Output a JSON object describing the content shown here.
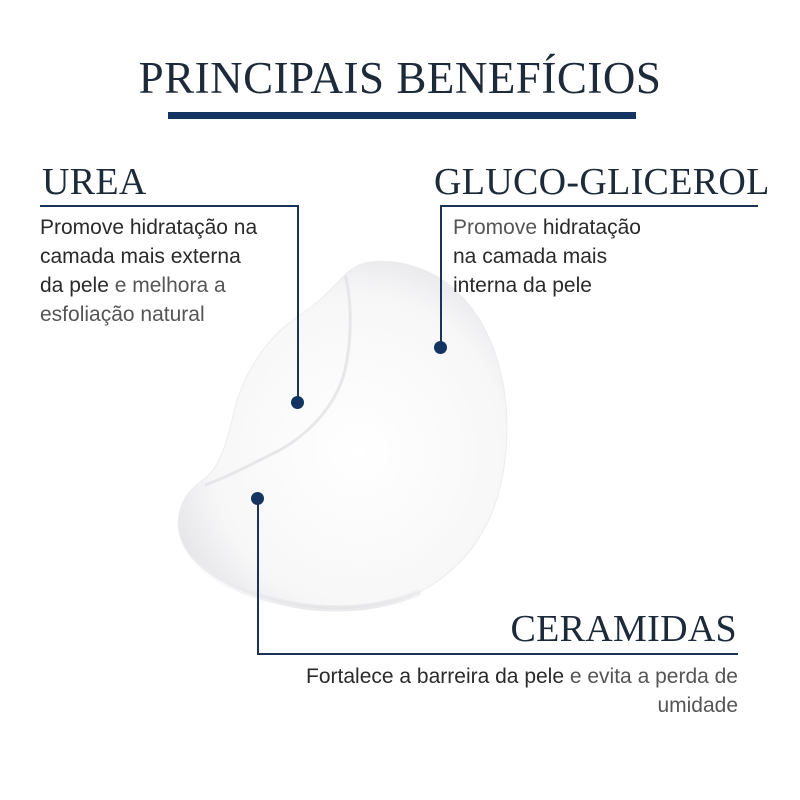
{
  "title": "PRINCIPAIS BENEFÍCIOS",
  "colors": {
    "heading": "#1d2a3a",
    "accent": "#143461",
    "text": "#2b2b2b",
    "background": "#ffffff",
    "cream": "#f4f4f5"
  },
  "benefits": [
    {
      "name": "UREA",
      "description_parts": [
        {
          "text": "Promove hidratação na camada mais externa da pele",
          "emphasis": true
        },
        {
          "text": " e melhora a esfoliação natural",
          "emphasis": false
        }
      ],
      "lines": [
        "Promove hidratação na",
        "camada mais externa",
        "da pele",
        " e melhora a",
        "esfoliação natural"
      ]
    },
    {
      "name": "GLUCO-GLICEROL",
      "description_parts": [
        {
          "text": "Promove ",
          "emphasis": false
        },
        {
          "text": "hidratação na camada mais interna da pele",
          "emphasis": true
        }
      ],
      "lines": [
        "Promove",
        " hidratação",
        "na camada mais",
        "interna da pele"
      ]
    },
    {
      "name": "CERAMIDAS",
      "description_parts": [
        {
          "text": "Fortalece a barreira da pele",
          "emphasis": true
        },
        {
          "text": " e evita a perda de umidade",
          "emphasis": false
        }
      ],
      "lines": [
        "Fortalece a barreira da pele",
        " e evita a perda de",
        "umidade"
      ]
    }
  ],
  "image": {
    "subject": "cream-swatch"
  }
}
